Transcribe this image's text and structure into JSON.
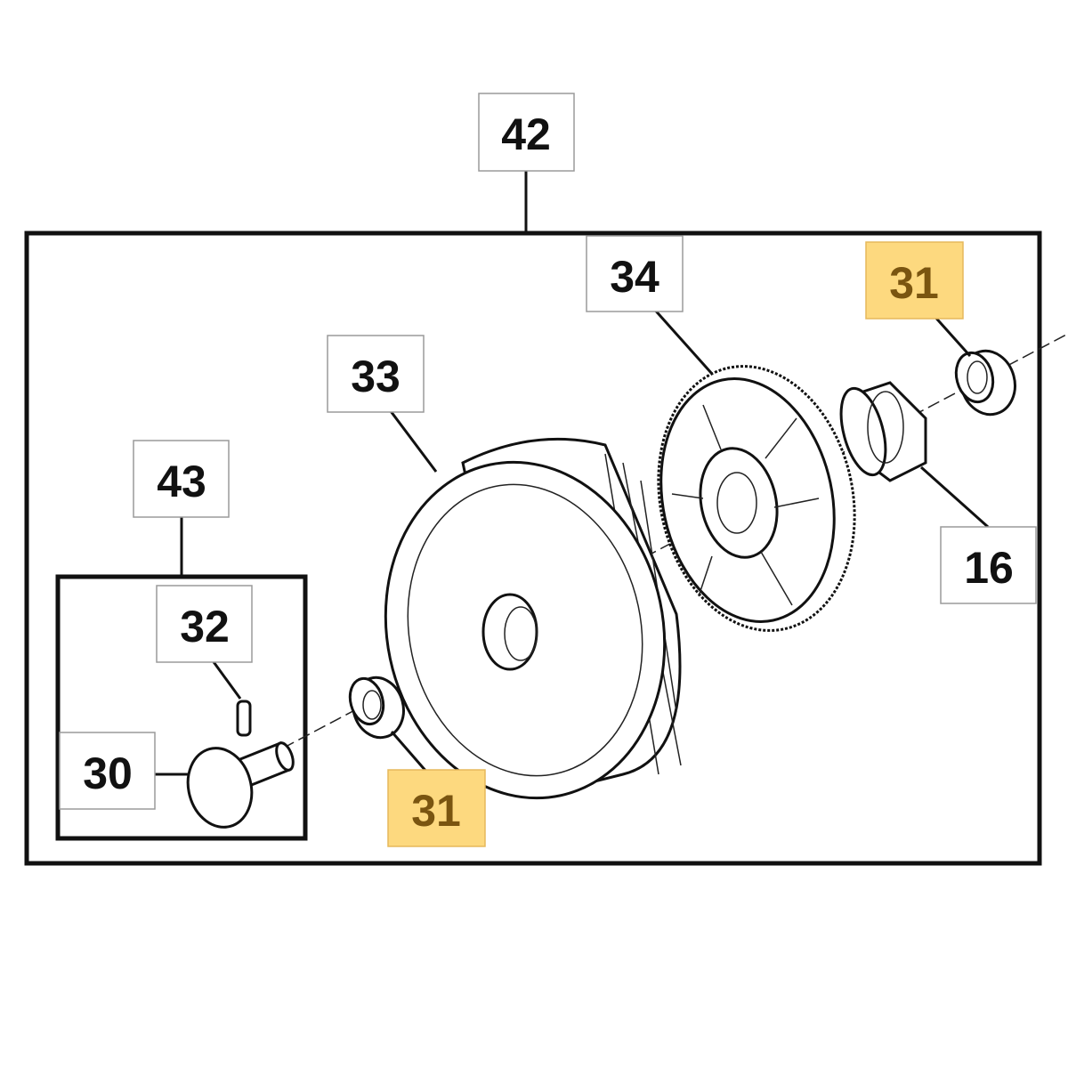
{
  "diagram": {
    "type": "exploded-parts-diagram",
    "colors": {
      "highlight_fill": "#fdd97f",
      "highlight_text": "#7a5510",
      "highlight_border": "#e6b85c"
    },
    "labels": {
      "assembly": "42",
      "gear": "34",
      "bearing_top": "31",
      "wheel": "33",
      "axle_kit": "43",
      "hub_cap": "16",
      "pin": "32",
      "axle_bolt": "30",
      "bearing_bottom": "31"
    },
    "highlighted": [
      "bearing_top",
      "bearing_bottom"
    ]
  }
}
